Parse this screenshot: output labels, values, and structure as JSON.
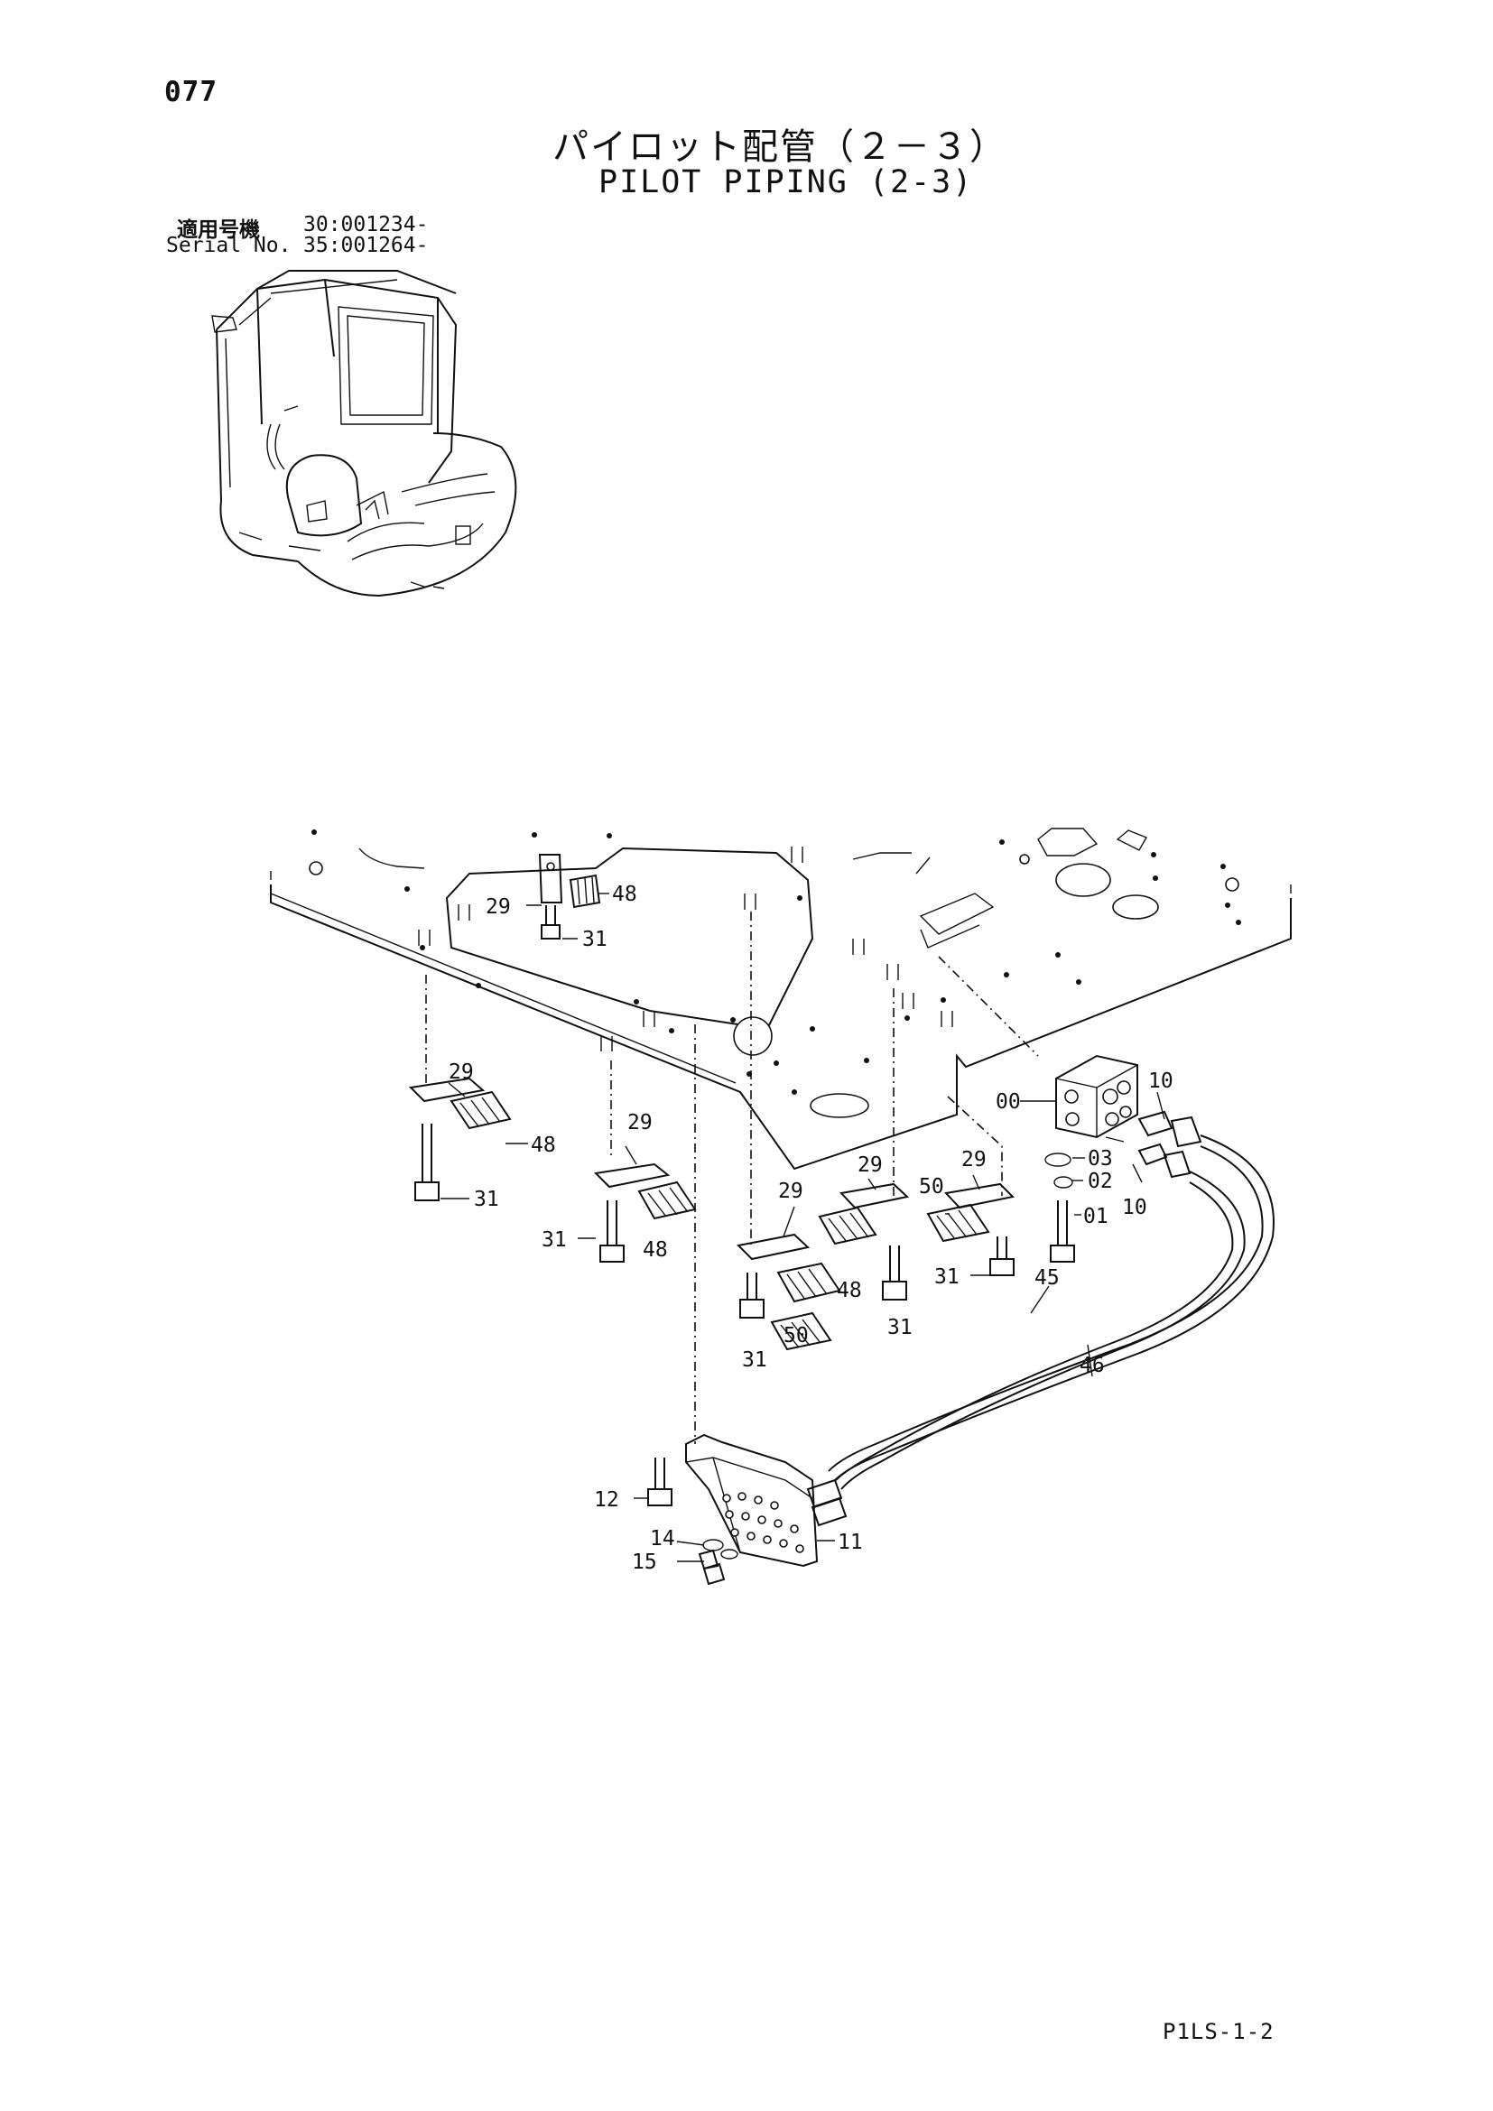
{
  "header": {
    "page_number": "077",
    "title_ja": "パイロット配管（２－３）",
    "title_en": "PILOT PIPING (2-3)"
  },
  "serial": {
    "label_ja": "適用号機",
    "label_en": "Serial No.",
    "values": [
      "30:001234-",
      "35:001264-"
    ]
  },
  "footer": {
    "code": "P1LS-1-2"
  },
  "callouts": {
    "c00": "00",
    "c01": "01",
    "c02": "02",
    "c03": "03",
    "c10a": "10",
    "c10b": "10",
    "c11": "11",
    "c12": "12",
    "c14": "14",
    "c15": "15",
    "c29a": "29",
    "c29b": "29",
    "c29c": "29",
    "c29d": "29",
    "c29e": "29",
    "c29f": "29",
    "c31a": "31",
    "c31b": "31",
    "c31c": "31",
    "c31d": "31",
    "c31e": "31",
    "c31f": "31",
    "c45": "45",
    "c46": "46",
    "c48a": "48",
    "c48b": "48",
    "c48c": "48",
    "c48d": "48",
    "c50a": "50",
    "c50b": "50"
  }
}
